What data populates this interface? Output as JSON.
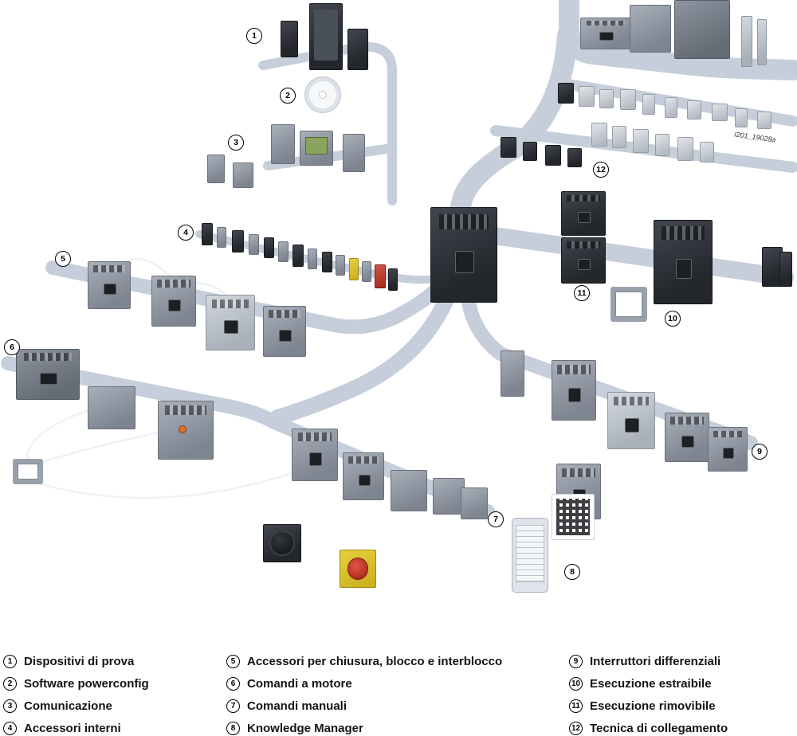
{
  "diagram": {
    "watermark": "I201_19028a",
    "callouts": [
      {
        "n": "1"
      },
      {
        "n": "2"
      },
      {
        "n": "3"
      },
      {
        "n": "4"
      },
      {
        "n": "5"
      },
      {
        "n": "6"
      },
      {
        "n": "7"
      },
      {
        "n": "8"
      },
      {
        "n": "9"
      },
      {
        "n": "10"
      },
      {
        "n": "11"
      },
      {
        "n": "12"
      }
    ]
  },
  "legend": {
    "columns": [
      {
        "items": [
          {
            "n": "1",
            "label": "Dispositivi di prova"
          },
          {
            "n": "2",
            "label": "Software powerconfig"
          },
          {
            "n": "3",
            "label": "Comunicazione"
          },
          {
            "n": "4",
            "label": "Accessori interni"
          }
        ]
      },
      {
        "items": [
          {
            "n": "5",
            "label": "Accessori per chiusura, blocco e interblocco"
          },
          {
            "n": "6",
            "label": "Comandi a motore"
          },
          {
            "n": "7",
            "label": "Comandi manuali"
          },
          {
            "n": "8",
            "label": "Knowledge Manager"
          }
        ]
      },
      {
        "items": [
          {
            "n": "9",
            "label": "Interruttori differenziali"
          },
          {
            "n": "10",
            "label": "Esecuzione estraibile"
          },
          {
            "n": "11",
            "label": "Esecuzione rimovibile"
          },
          {
            "n": "12",
            "label": "Tecnica di collegamento"
          }
        ]
      }
    ]
  }
}
